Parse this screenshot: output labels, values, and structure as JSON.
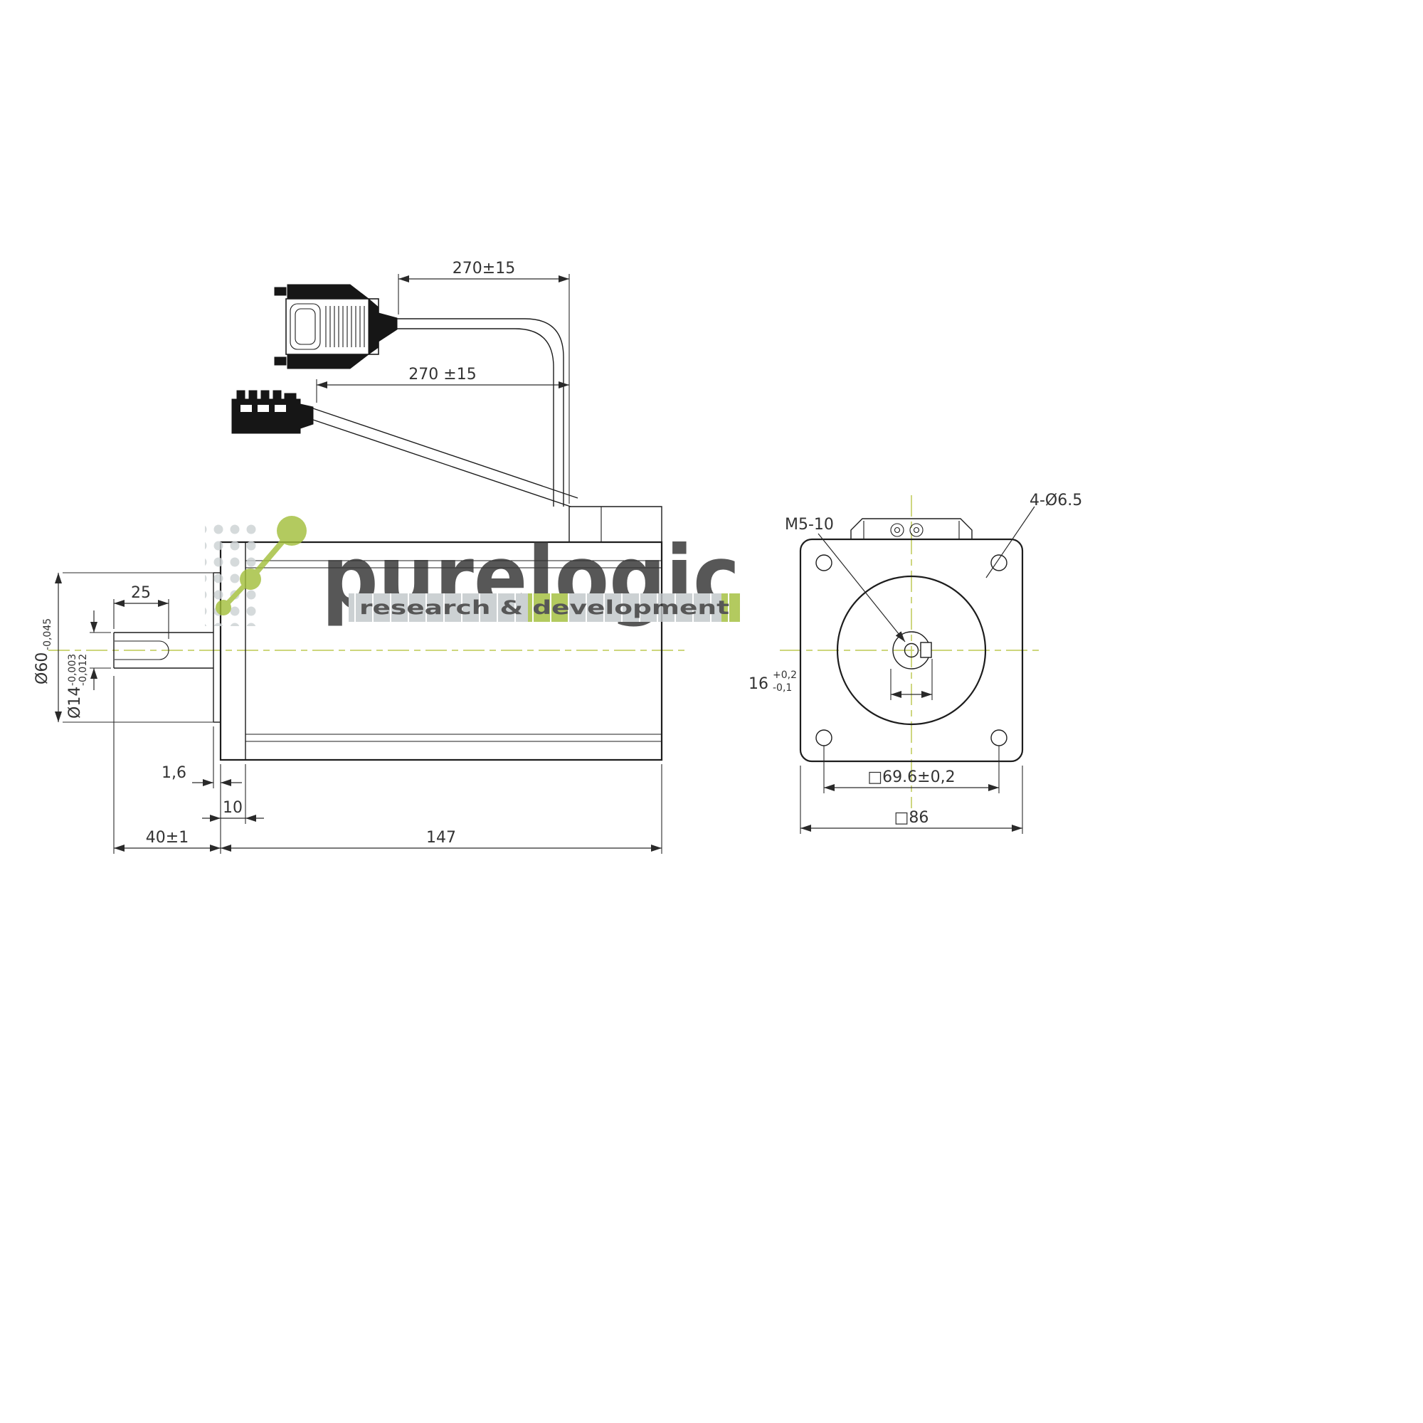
{
  "colors": {
    "line": "#1d1d1d",
    "dimension": "#2a2a2a",
    "centerline": "#c6d06a",
    "watermark_green": "#a3bf3c",
    "watermark_gray": "#d7d9da",
    "tagline_block": "#c2c7ca"
  },
  "side_view": {
    "dim_cable_top": "270±15",
    "dim_cable_bottom": "270 ±15",
    "dim_shaft_flat_length": "25",
    "dim_pilot_diameter": "Ø60",
    "dim_pilot_tolerance": "-0,045",
    "dim_shaft_diameter": "Ø14",
    "dim_shaft_tolerance_upper": "-0,003",
    "dim_shaft_tolerance_lower": "-0,012",
    "dim_pilot_boss_height": "1,6",
    "dim_flange_thickness": "10",
    "dim_shaft_length": "40±1",
    "dim_body_length": "147"
  },
  "front_view": {
    "callout_center_tap": "M5-10",
    "callout_mounting_holes": "4-Ø6.5",
    "dim_key_width": "16",
    "dim_key_tolerance_upper": "+0,2",
    "dim_key_tolerance_lower": "-0,1",
    "dim_bolt_spacing": "□69.6±0,2",
    "dim_frame_size": "□86"
  },
  "watermark": {
    "brand": "purelogic",
    "tagline": "research & development"
  }
}
